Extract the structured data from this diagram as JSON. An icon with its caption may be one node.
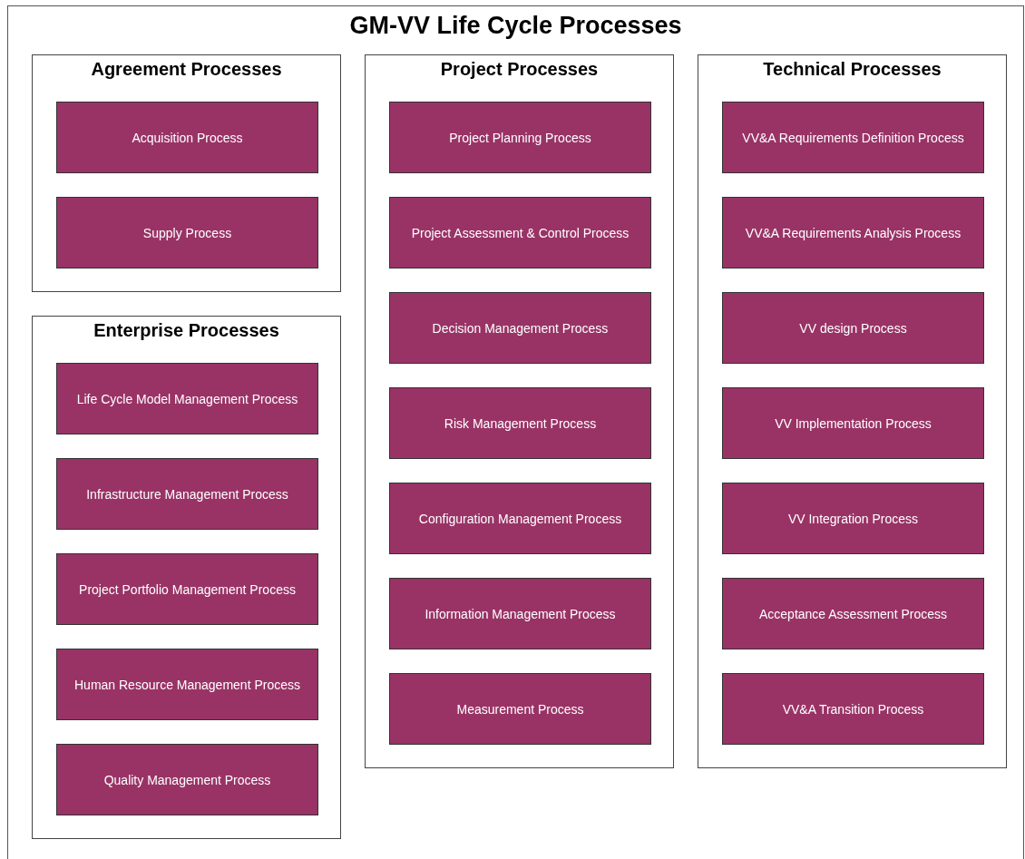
{
  "diagram": {
    "nodes": [
      {
        "text": [
          "GM-VV Life Cycle Processes"
        ]
      },
      {
        "text": [
          "Agreement Processes"
        ],
        "in": 0
      },
      {
        "text": [
          "Acquisition Process"
        ],
        "in": 1
      },
      {
        "text": [
          "Supply Process"
        ],
        "in": 1
      },
      {
        "text": [
          "Enterprise Processes"
        ],
        "in": 0
      },
      {
        "text": [
          "Life Cycle Model Management Process"
        ],
        "in": 4
      },
      {
        "text": [
          "Infrastructure Management Process"
        ],
        "in": 4
      },
      {
        "text": [
          "Project Portfolio Management Process"
        ],
        "in": 4
      },
      {
        "text": [
          "Human Resource Management Process"
        ],
        "in": 4
      },
      {
        "text": [
          "Quality Management Process"
        ],
        "in": 4
      },
      {
        "text": [
          "Project Processes"
        ],
        "in": 0
      },
      {
        "text": [
          "Project Planning Process"
        ],
        "in": 10
      },
      {
        "text": [
          "Project Assessment & Control Process"
        ],
        "in": 10
      },
      {
        "text": [
          "Decision Management Process"
        ],
        "in": 10
      },
      {
        "text": [
          "Risk Management Process"
        ],
        "in": 10
      },
      {
        "text": [
          "Configuration Management Process"
        ],
        "in": 10
      },
      {
        "text": [
          "Information Management Process"
        ],
        "in": 10
      },
      {
        "text": [
          "Measurement Process"
        ],
        "in": 10
      },
      {
        "text": [
          "Technical Processes"
        ],
        "in": 0
      },
      {
        "text": [
          "VV&A Requirements Definition Process"
        ],
        "in": 18
      },
      {
        "text": [
          "VV&A Requirements Analysis Process"
        ],
        "in": 18
      },
      {
        "text": [
          "VV design Process"
        ],
        "in": 18
      },
      {
        "text": [
          "VV Implementation Process"
        ],
        "in": 18
      },
      {
        "text": [
          "VV Integration Process"
        ],
        "in": 18
      },
      {
        "text": [
          "Acceptance Assessment Process"
        ],
        "in": 18
      },
      {
        "text": [
          "VV&A Transition Process"
        ],
        "in": 18
      }
    ]
  }
}
